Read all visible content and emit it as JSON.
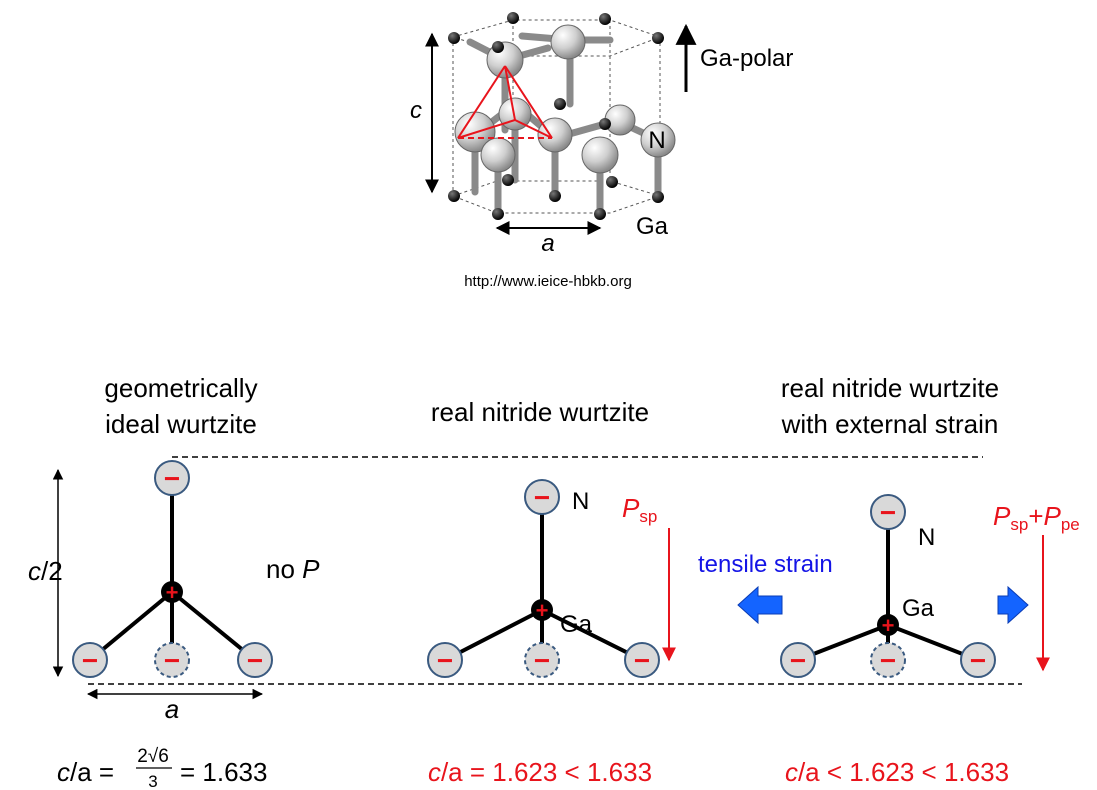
{
  "crystal": {
    "label_c": "c",
    "label_a": "a",
    "label_n": "N",
    "label_ga": "Ga",
    "polarity_label": "Ga-polar",
    "source_url": "http://www.ieice-hbkb.org"
  },
  "columns": {
    "ideal": {
      "title_line1": "geometrically",
      "title_line2": "ideal wurtzite",
      "no_p_prefix": "no ",
      "no_p_symbol": "P",
      "height_label_c": "c",
      "height_label_rest": "/2",
      "base_label": "a",
      "ratio_c": "c",
      "ratio_rest": "/a =",
      "fraction_num": "2√6",
      "fraction_den": "3",
      "ratio_value": "= 1.633"
    },
    "real": {
      "title": "real nitride wurtzite",
      "label_n": "N",
      "label_ga": "Ga",
      "polarization_symbol": "P",
      "polarization_sub": "sp",
      "ratio_c": "c",
      "ratio_rest": "/a = 1.623 < 1.633"
    },
    "strained": {
      "title_line1": "real nitride wurtzite",
      "title_line2": "with external strain",
      "label_n": "N",
      "label_ga": "Ga",
      "strain_label": "tensile strain",
      "pol_symbol1": "P",
      "pol_sub1": "sp",
      "pol_plus": "+",
      "pol_symbol2": "P",
      "pol_sub2": "pe",
      "ratio_c": "c",
      "ratio_rest": "/a < 1.623 < 1.633"
    }
  },
  "symbols": {
    "minus": "−",
    "plus": "+"
  },
  "colors": {
    "accent_red": "#e8141c",
    "strain_blue": "#1414e6",
    "arrow_blue": "#1464ff",
    "anion_fill": "#d9d9d9",
    "anion_stroke": "#3a5a80"
  }
}
